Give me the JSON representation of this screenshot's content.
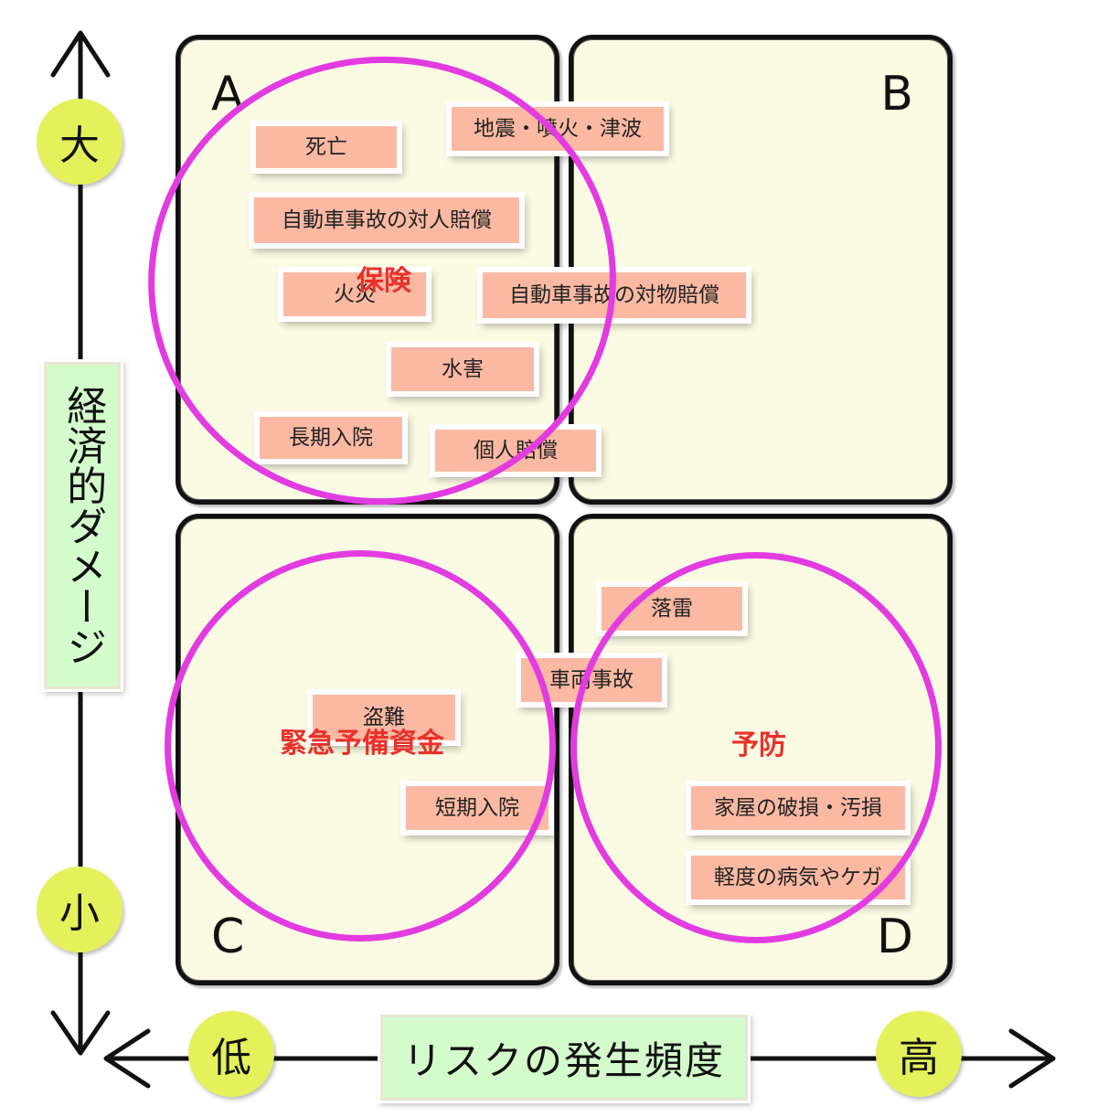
{
  "quadrants": [
    {
      "letter": "A"
    },
    {
      "letter": "B"
    },
    {
      "letter": "C"
    },
    {
      "letter": "D"
    }
  ],
  "risks": [
    {
      "label": "死亡"
    },
    {
      "label": "地震・噴火・津波"
    },
    {
      "label": "自動車事故の対人賠償"
    },
    {
      "label": "火災"
    },
    {
      "label": "自動車事故の対物賠償"
    },
    {
      "label": "水害"
    },
    {
      "label": "長期入院"
    },
    {
      "label": "個人賠償"
    },
    {
      "label": "落雷"
    },
    {
      "label": "車両事故"
    },
    {
      "label": "盗難"
    },
    {
      "label": "短期入院"
    },
    {
      "label": "家屋の破損・汚損"
    },
    {
      "label": "軽度の病気やケガ"
    }
  ],
  "strategies": [
    {
      "label": "保険",
      "color": "#e8312b"
    },
    {
      "label": "緊急予備資金",
      "color": "#e8312b"
    },
    {
      "label": "予防",
      "color": "#e8312b"
    }
  ],
  "axes": {
    "y": {
      "title": "経済的ダメージ",
      "high": "大",
      "low": "小"
    },
    "x": {
      "title": "リスクの発生頻度",
      "low": "低",
      "high": "高"
    }
  },
  "colors": {
    "quadrant_fill": "#fbfbe4",
    "tag_fill": "#fbb9a3",
    "ring": "#e23be0",
    "badge": "#e4f15a",
    "axis_box": "#d3fbcb"
  }
}
